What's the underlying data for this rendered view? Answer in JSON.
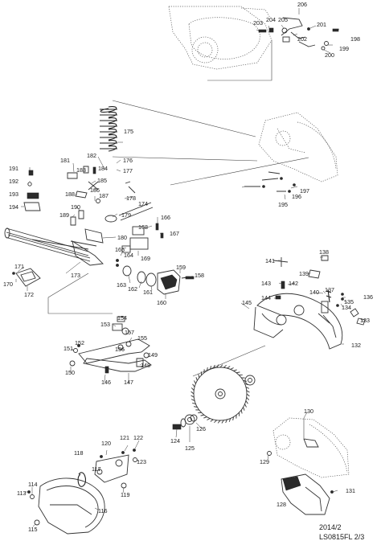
{
  "labels": [
    {
      "id": "206",
      "t": "206"
    },
    {
      "id": "203",
      "t": "203"
    },
    {
      "id": "204",
      "t": "204"
    },
    {
      "id": "205",
      "t": "205"
    },
    {
      "id": "201",
      "t": "201"
    },
    {
      "id": "202",
      "t": "202"
    },
    {
      "id": "198",
      "t": "198"
    },
    {
      "id": "199",
      "t": "199"
    },
    {
      "id": "200",
      "t": "200"
    },
    {
      "id": "175",
      "t": "175"
    },
    {
      "id": "182",
      "t": "182"
    },
    {
      "id": "176",
      "t": "176"
    },
    {
      "id": "181",
      "t": "181"
    },
    {
      "id": "183",
      "t": "183"
    },
    {
      "id": "184",
      "t": "184"
    },
    {
      "id": "177",
      "t": "177"
    },
    {
      "id": "191",
      "t": "191"
    },
    {
      "id": "185",
      "t": "185"
    },
    {
      "id": "192",
      "t": "192"
    },
    {
      "id": "186",
      "t": "186"
    },
    {
      "id": "188",
      "t": "188"
    },
    {
      "id": "187",
      "t": "187"
    },
    {
      "id": "193",
      "t": "193"
    },
    {
      "id": "178",
      "t": "178"
    },
    {
      "id": "174",
      "t": "174"
    },
    {
      "id": "194",
      "t": "194"
    },
    {
      "id": "190",
      "t": "190"
    },
    {
      "id": "179",
      "t": "179"
    },
    {
      "id": "189",
      "t": "189"
    },
    {
      "id": "166",
      "t": "166"
    },
    {
      "id": "168",
      "t": "168"
    },
    {
      "id": "167",
      "t": "167"
    },
    {
      "id": "180",
      "t": "180"
    },
    {
      "id": "165",
      "t": "165"
    },
    {
      "id": "169",
      "t": "169"
    },
    {
      "id": "164",
      "t": "164"
    },
    {
      "id": "171",
      "t": "171"
    },
    {
      "id": "170",
      "t": "170"
    },
    {
      "id": "173",
      "t": "173"
    },
    {
      "id": "172",
      "t": "172"
    },
    {
      "id": "163",
      "t": "163"
    },
    {
      "id": "162",
      "t": "162"
    },
    {
      "id": "161",
      "t": "161"
    },
    {
      "id": "160",
      "t": "160"
    },
    {
      "id": "159",
      "t": "159"
    },
    {
      "id": "158",
      "t": "158"
    },
    {
      "id": "197",
      "t": "197"
    },
    {
      "id": "196",
      "t": "196"
    },
    {
      "id": "195",
      "t": "195"
    },
    {
      "id": "141",
      "t": "141"
    },
    {
      "id": "138",
      "t": "138"
    },
    {
      "id": "139",
      "t": "139"
    },
    {
      "id": "143",
      "t": "143"
    },
    {
      "id": "142",
      "t": "142"
    },
    {
      "id": "144",
      "t": "144"
    },
    {
      "id": "140",
      "t": "140"
    },
    {
      "id": "137",
      "t": "137"
    },
    {
      "id": "136",
      "t": "136"
    },
    {
      "id": "135",
      "t": "135"
    },
    {
      "id": "134",
      "t": "134"
    },
    {
      "id": "145",
      "t": "145"
    },
    {
      "id": "133",
      "t": "133"
    },
    {
      "id": "132",
      "t": "132"
    },
    {
      "id": "154",
      "t": "154"
    },
    {
      "id": "153",
      "t": "153"
    },
    {
      "id": "157",
      "t": "157"
    },
    {
      "id": "155",
      "t": "155"
    },
    {
      "id": "156",
      "t": "156"
    },
    {
      "id": "152",
      "t": "152"
    },
    {
      "id": "151",
      "t": "151"
    },
    {
      "id": "149",
      "t": "149"
    },
    {
      "id": "148",
      "t": "148"
    },
    {
      "id": "150",
      "t": "150"
    },
    {
      "id": "146",
      "t": "146"
    },
    {
      "id": "147",
      "t": "147"
    },
    {
      "id": "130",
      "t": "130"
    },
    {
      "id": "124",
      "t": "124"
    },
    {
      "id": "126",
      "t": "126"
    },
    {
      "id": "125",
      "t": "125"
    },
    {
      "id": "121",
      "t": "121"
    },
    {
      "id": "122",
      "t": "122"
    },
    {
      "id": "120",
      "t": "120"
    },
    {
      "id": "118",
      "t": "118"
    },
    {
      "id": "123",
      "t": "123"
    },
    {
      "id": "117",
      "t": "117"
    },
    {
      "id": "129",
      "t": "129"
    },
    {
      "id": "119",
      "t": "119"
    },
    {
      "id": "114",
      "t": "114"
    },
    {
      "id": "113",
      "t": "113"
    },
    {
      "id": "115",
      "t": "115"
    },
    {
      "id": "116",
      "t": "116"
    },
    {
      "id": "131",
      "t": "131"
    },
    {
      "id": "128",
      "t": "128"
    }
  ],
  "footer": {
    "date": "2014/2",
    "code": "LS0815FL 2/3"
  }
}
